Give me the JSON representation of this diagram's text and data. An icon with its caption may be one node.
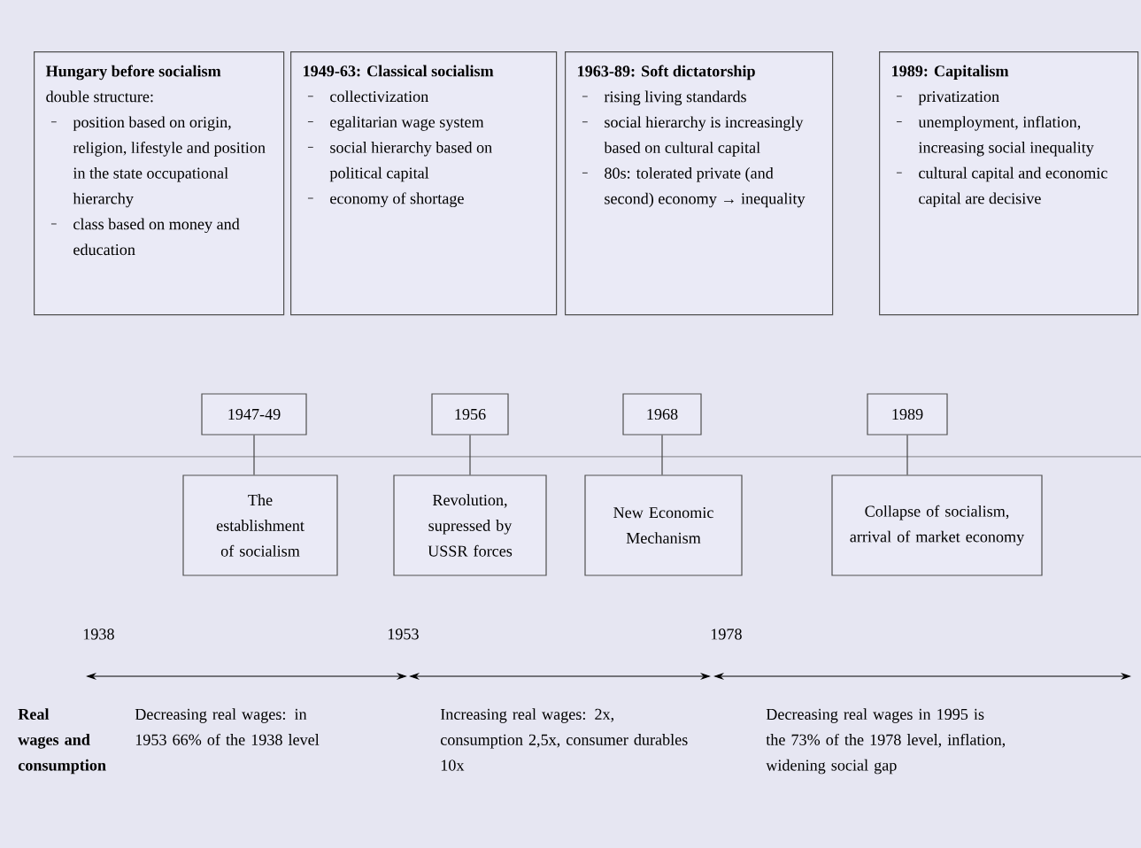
{
  "diagram": {
    "nodes": [
      {
        "text": [
          "Hungary before socialism",
          "double structure:",
          "position based on origin, religion, lifestyle and position in the state occupational hierarchy",
          "class based on money and education"
        ]
      },
      {
        "text": [
          "1949-63: Classical socialism",
          "collectivization",
          "egalitarian wage system",
          "social hierarchy based on political capital",
          "economy of shortage"
        ]
      },
      {
        "text": [
          "1963-89: Soft dictatorship",
          "rising living standards",
          "social hierarchy is increasingly based on cultural capital",
          "80s: tolerated private (and second) economy → inequality"
        ]
      },
      {
        "text": [
          "1989: Capitalism",
          "privatization",
          "unemployment, inflation, increasing social inequality",
          "cultural capital and economic capital are decisive"
        ]
      },
      {
        "text": [
          "1947-49"
        ]
      },
      {
        "text": [
          "1956"
        ]
      },
      {
        "text": [
          "1968"
        ]
      },
      {
        "text": [
          "1989"
        ]
      },
      {
        "text": [
          "The establishment of socialism"
        ]
      },
      {
        "text": [
          "Revolution, supressed by USSR forces"
        ]
      },
      {
        "text": [
          "New Economic Mechanism"
        ]
      },
      {
        "text": [
          "Collapse of socialism, arrival of market economy"
        ]
      }
    ],
    "edges": [
      {
        "from": 4,
        "to": 8,
        "arrow": "none"
      },
      {
        "from": 5,
        "to": 9,
        "arrow": "none"
      },
      {
        "from": 6,
        "to": 10,
        "arrow": "none"
      },
      {
        "from": 7,
        "to": 11,
        "arrow": "none"
      }
    ],
    "labels": [
      "1938",
      "1953",
      "1978",
      "Real wages and consumption",
      "Decreasing real wages: in 1953 66% of the 1938 level",
      "Increasing real wages: 2x, consumption 2,5x, consumer durables 10x",
      "Decreasing real wages in 1995 is the 73% of the 1978 level, inflation, widening social gap"
    ]
  }
}
